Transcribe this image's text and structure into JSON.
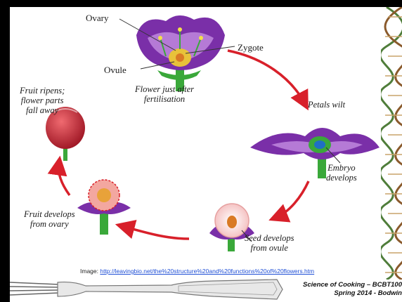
{
  "diagram": {
    "labels": {
      "ovary": "Ovary",
      "zygote": "Zygote",
      "ovule": "Ovule",
      "flower_after": [
        "Flower just after",
        "fertilisation"
      ],
      "petals_wilt": "Petals wilt",
      "embryo": [
        "Embryo",
        "develops"
      ],
      "seed": [
        "Seed develops",
        "from ovule"
      ],
      "fruit_develops": [
        "Fruit develops",
        "from ovary"
      ],
      "fruit_ripens": [
        "Fruit ripens;",
        "flower parts",
        "fall away"
      ]
    }
  },
  "credit": {
    "prefix": "Image: ",
    "link": "http://leavingbio.net/the%20structure%20and%20functions%20of%20flowers.htm"
  },
  "footer": {
    "line1": "Science of Cooking – BCBT100",
    "line2": "Spring 2014 - Bodwin"
  },
  "colors": {
    "petal": "#7a2fa8",
    "arrow": "#d8202a",
    "stem": "#3aa83a",
    "fruit": "#b81e2c"
  }
}
